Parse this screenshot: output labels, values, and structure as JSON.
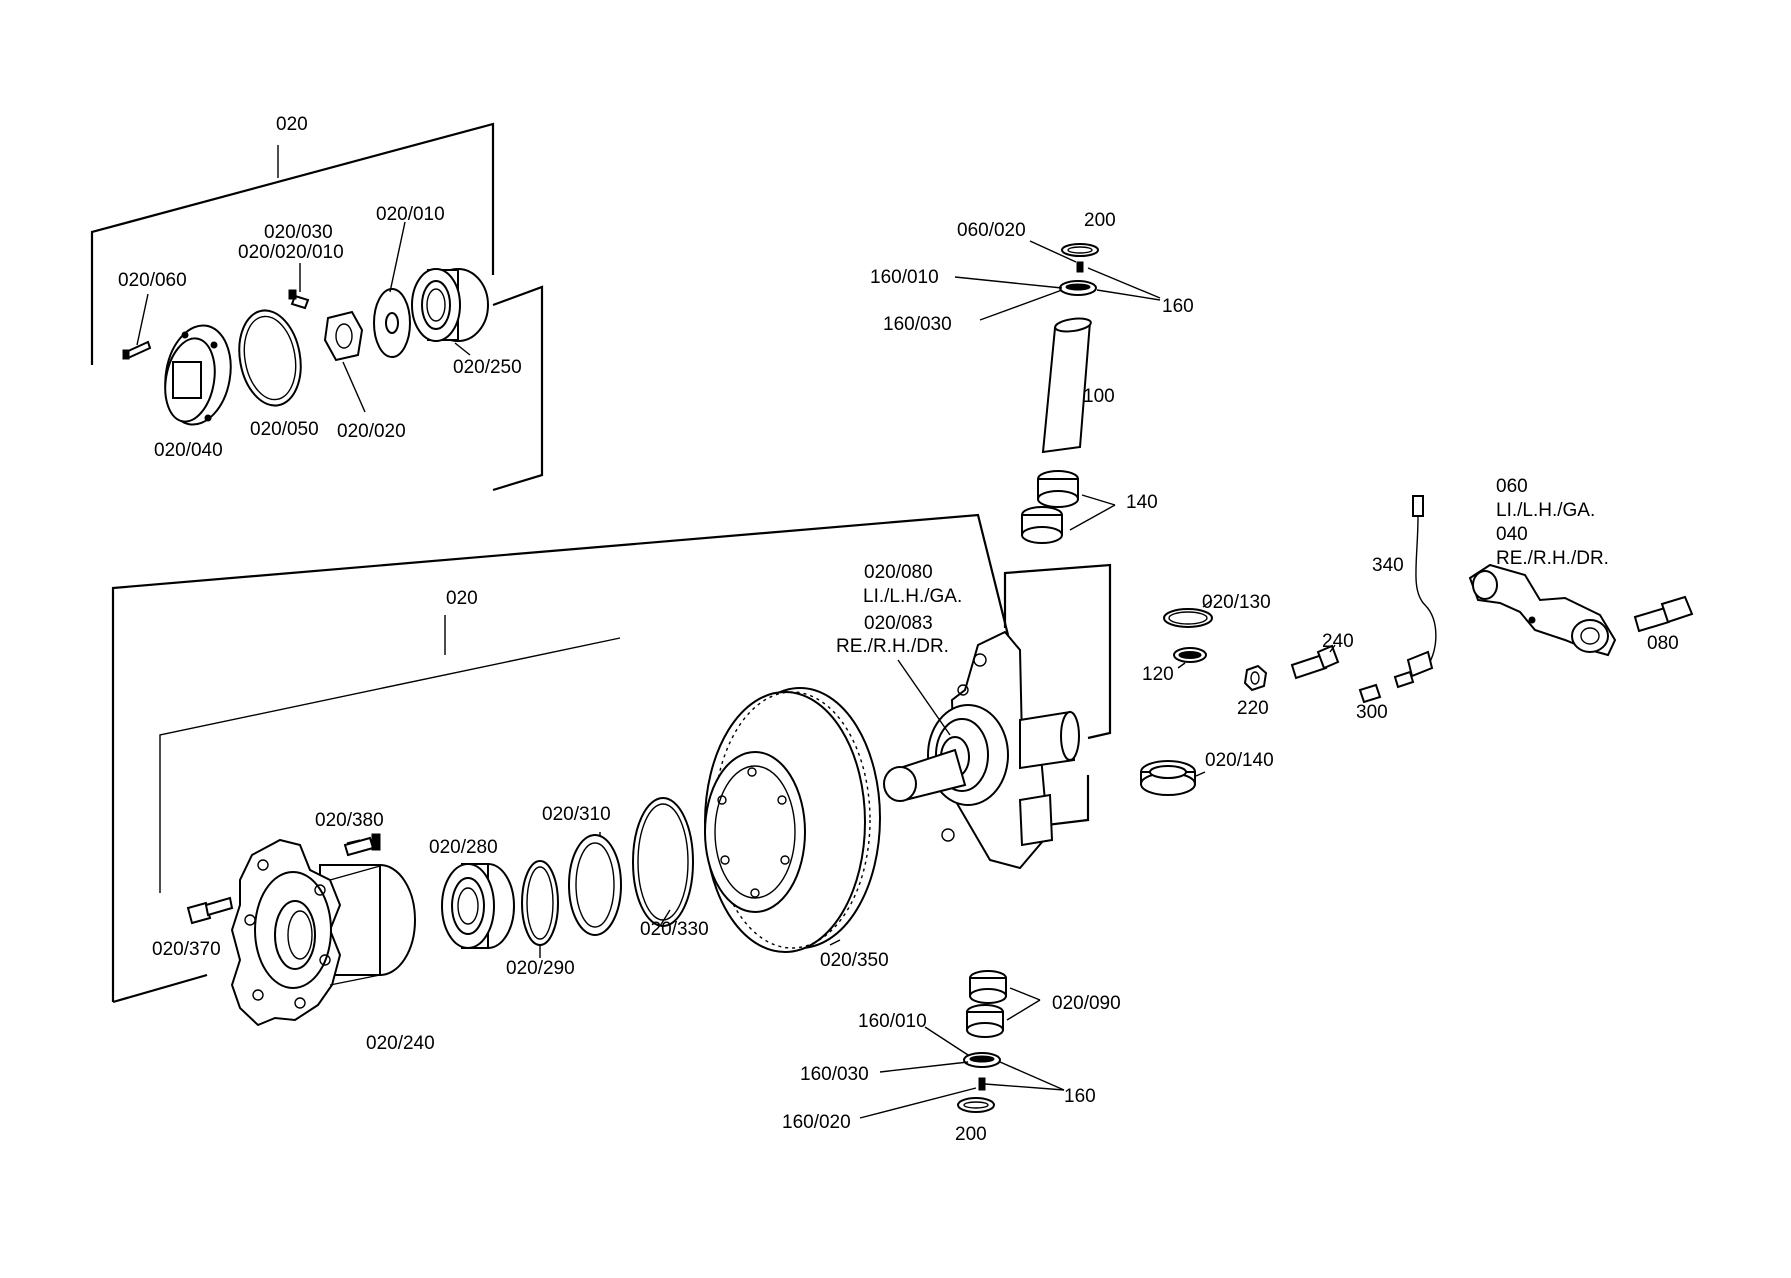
{
  "labels": {
    "l_020_top": "020",
    "l_020_010": "020/010",
    "l_020_030": "020/030",
    "l_020_020_010": "020/020/010",
    "l_020_060": "020/060",
    "l_020_040": "020/040",
    "l_020_050": "020/050",
    "l_020_020": "020/020",
    "l_020_250": "020/250",
    "l_060_020": "060/020",
    "l_200_top": "200",
    "l_160_010_top": "160/010",
    "l_160_030_top": "160/030",
    "l_160_top": "160",
    "l_100": "100",
    "l_140": "140",
    "l_060": "060",
    "l_li_lh_ga_060": "LI./L.H./GA.",
    "l_040": "040",
    "l_re_rh_dr_040": "RE./R.H./DR.",
    "l_340": "340",
    "l_080": "080",
    "l_020_080": "020/080",
    "l_li_lh_ga_080": "LI./L.H./GA.",
    "l_020_083": "020/083",
    "l_re_rh_dr_083": "RE./R.H./DR.",
    "l_020_mid": "020",
    "l_020_130": "020/130",
    "l_120": "120",
    "l_240": "240",
    "l_220": "220",
    "l_300": "300",
    "l_020_140": "020/140",
    "l_020_380": "020/380",
    "l_020_280": "020/280",
    "l_020_310": "020/310",
    "l_020_370": "020/370",
    "l_020_290": "020/290",
    "l_020_330": "020/330",
    "l_020_350": "020/350",
    "l_020_240": "020/240",
    "l_020_090": "020/090",
    "l_160_010_bot": "160/010",
    "l_160_030_bot": "160/030",
    "l_160_bot": "160",
    "l_160_020_bot": "160/020",
    "l_200_bot": "200"
  }
}
